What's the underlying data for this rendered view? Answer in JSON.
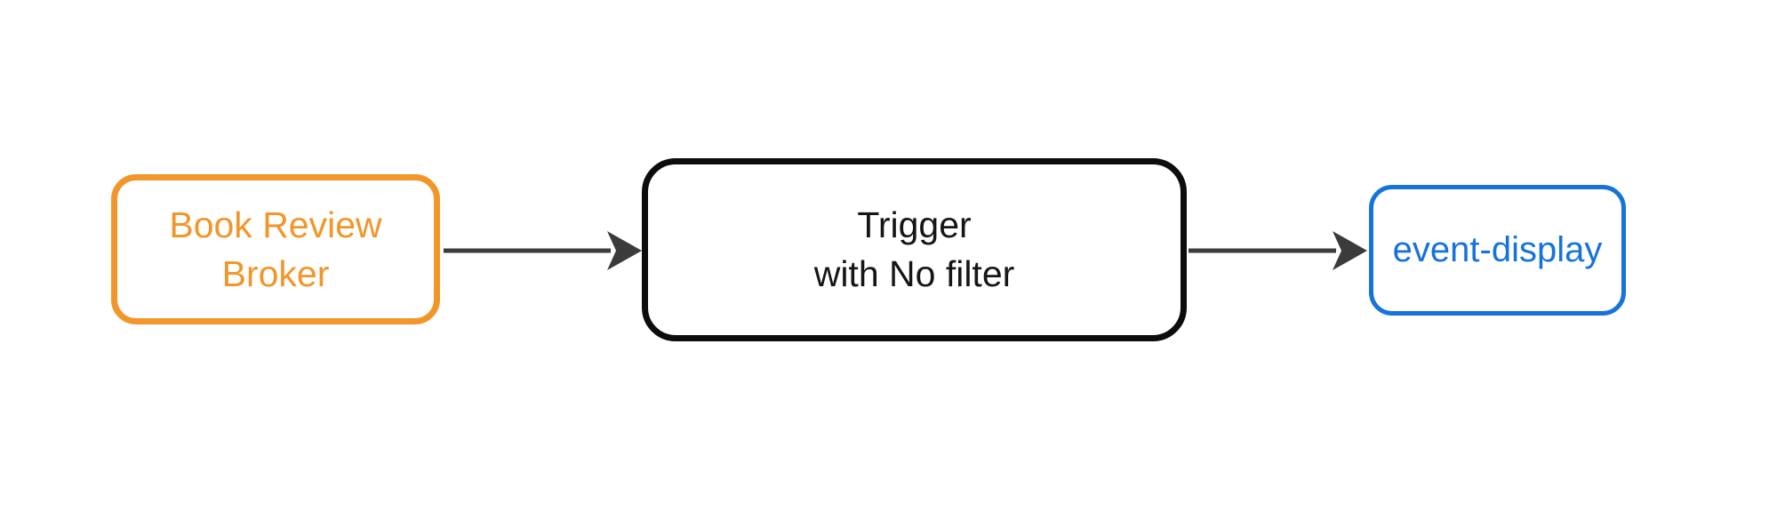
{
  "diagram": {
    "background_color": "#ffffff",
    "edge_color": "#3b3b3b",
    "nodes": [
      {
        "id": "book-review-broker",
        "lines": [
          "Book Review",
          "Broker"
        ],
        "label": "Book Review Broker",
        "color": "#f2962b"
      },
      {
        "id": "trigger",
        "lines": [
          "Trigger",
          "with No filter"
        ],
        "label": "Trigger with No filter",
        "color": "#0d0d0d",
        "text_color": "#161616"
      },
      {
        "id": "event-display",
        "lines": [
          "event-display"
        ],
        "label": "event-display",
        "color": "#1673db"
      }
    ],
    "edges": [
      {
        "from": "book-review-broker",
        "to": "trigger"
      },
      {
        "from": "trigger",
        "to": "event-display"
      }
    ]
  }
}
